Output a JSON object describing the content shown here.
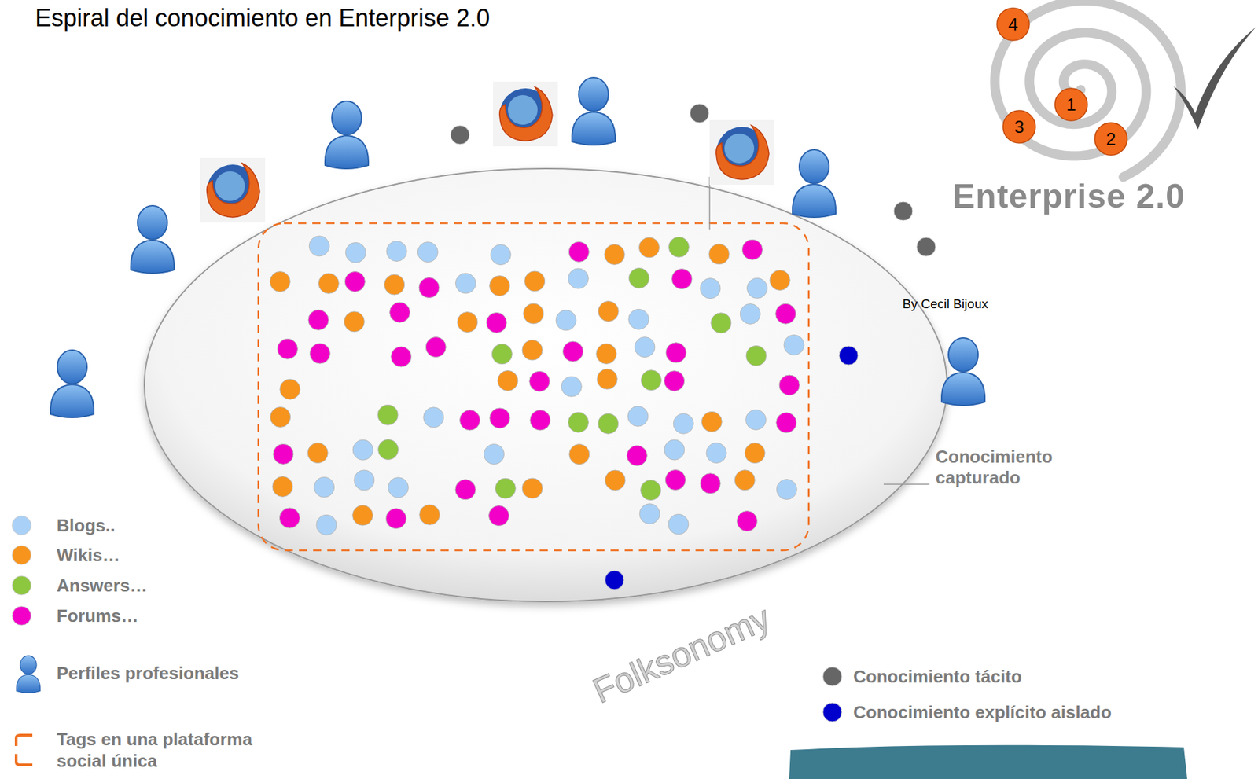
{
  "diagram": {
    "title": "Espiral del conocimiento en Enterprise 2.0",
    "nodes": [
      {
        "text": [
          "4"
        ]
      },
      {
        "text": [
          "1"
        ]
      },
      {
        "text": [
          "3"
        ]
      },
      {
        "text": [
          "2"
        ]
      }
    ],
    "labels": [
      "Enterprise 2.0",
      "By Cecil Bijoux",
      "Conocimiento capturado",
      "Folksonomy"
    ],
    "legend": [
      {
        "text": "Blogs..",
        "color": "#a9d1f7"
      },
      {
        "text": "Wikis…",
        "color": "#f7941d"
      },
      {
        "text": "Answers…",
        "color": "#8dc63f"
      },
      {
        "text": "Forums…",
        "color": "#f200c8"
      },
      {
        "text": "Perfiles profesionales"
      },
      {
        "text": "Tags en una plataforma social única"
      },
      {
        "text": "Conocimiento tácito",
        "color": "#666666"
      },
      {
        "text": "Conocimiento explícito aislado",
        "color": "#0000cc"
      }
    ]
  }
}
